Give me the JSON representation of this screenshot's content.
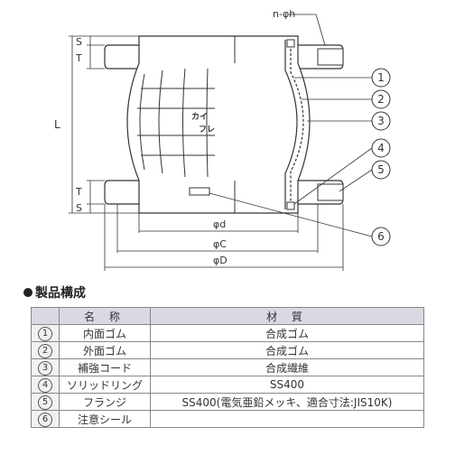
{
  "drawing": {
    "dimensions": {
      "bolt_hole": "n-φh",
      "length": "L",
      "s_top": "S",
      "t_top": "T",
      "t_bottom": "T",
      "s_bottom": "S",
      "dia_d": "φd",
      "dia_c": "φC",
      "dia_D": "φD"
    },
    "body_label": [
      "カイ",
      "フレ"
    ],
    "callouts": [
      "1",
      "2",
      "3",
      "4",
      "5",
      "6"
    ]
  },
  "section": {
    "title": "製品構成"
  },
  "table": {
    "headers": [
      "",
      "名 称",
      "材 質"
    ],
    "rows": [
      {
        "no": "1",
        "name": "内面ゴム",
        "material": "合成ゴム"
      },
      {
        "no": "2",
        "name": "外面ゴム",
        "material": "合成ゴム"
      },
      {
        "no": "3",
        "name": "補強コード",
        "material": "合成繊維"
      },
      {
        "no": "4",
        "name": "ソリッドリング",
        "material": "SS400"
      },
      {
        "no": "5",
        "name": "フランジ",
        "material": "SS400(電気亜鉛メッキ、適合寸法:JIS10K)"
      },
      {
        "no": "6",
        "name": "注意シール",
        "material": ""
      }
    ]
  },
  "colors": {
    "line": "#333333",
    "header_bg": "#d9d9e3"
  }
}
